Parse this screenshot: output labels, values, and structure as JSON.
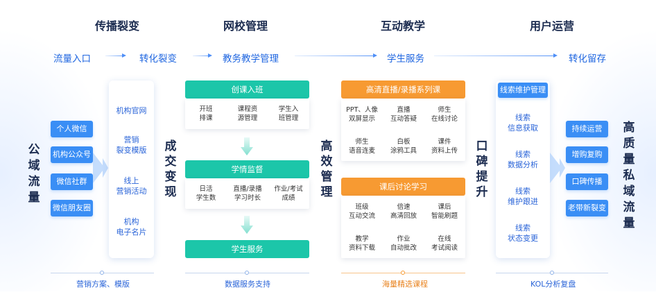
{
  "sections": [
    "传播裂变",
    "网校管理",
    "互动教学",
    "用户运营"
  ],
  "flow": [
    "流量入口",
    "转化裂变",
    "教务教学管理",
    "学生服务",
    "转化留存"
  ],
  "left_vertical": "公域流量",
  "right_vertical": "高质量私域流量",
  "vertical_labels": [
    "成交变现",
    "高效管理",
    "口碑提升"
  ],
  "left_channels": [
    "个人微信",
    "机构公众号",
    "微信社群",
    "微信朋友圈"
  ],
  "left_panel": [
    [
      "机构官网"
    ],
    [
      "营销",
      "裂变模版"
    ],
    [
      "线上",
      "营销活动"
    ],
    [
      "机构",
      "电子名片"
    ]
  ],
  "school": {
    "bar1": "创课入班",
    "grid1": [
      [
        "开班",
        "排课"
      ],
      [
        "课程资",
        "源管理"
      ],
      [
        "学生入",
        "班管理"
      ]
    ],
    "bar2": "学情监督",
    "grid2": [
      [
        "日活",
        "学生数"
      ],
      [
        "直播/录播",
        "学习时长"
      ],
      [
        "作业/考试",
        "成绩"
      ]
    ],
    "bar3": "学生服务"
  },
  "teach": {
    "bar1": "高清直播/录播系列课",
    "grid1": [
      [
        "PPT、人像",
        "双屏显示"
      ],
      [
        "直播",
        "互动答疑"
      ],
      [
        "师生",
        "在线讨论"
      ],
      [
        "师生",
        "语音连麦"
      ],
      [
        "白板",
        "涂鸦工具"
      ],
      [
        "课件",
        "资料上传"
      ]
    ],
    "bar2": "课后讨论学习",
    "grid2": [
      [
        "班级",
        "互动交流"
      ],
      [
        "倍速",
        "高清回放"
      ],
      [
        "课后",
        "智能刷题"
      ],
      [
        "教学",
        "资料下载"
      ],
      [
        "作业",
        "自动批改"
      ],
      [
        "在线",
        "考试阅读"
      ]
    ]
  },
  "ops": {
    "bar": "线索维护管理",
    "items": [
      [
        "线索",
        "信息获取"
      ],
      [
        "线索",
        "数据分析"
      ],
      [
        "线索",
        "维护跟进"
      ],
      [
        "线索",
        "状态变更"
      ]
    ]
  },
  "right_channels": [
    "持续运营",
    "增购复购",
    "口碑传播",
    "老带新裂变"
  ],
  "bottom": [
    "营销方案、模版",
    "数据服务支持",
    "海量精选课程",
    "KOL分析复盘"
  ],
  "colors": {
    "blue": "#3a8ef5",
    "teal": "#1cc6a9",
    "orange": "#f79a32",
    "text_blue": "#2a64d8"
  }
}
